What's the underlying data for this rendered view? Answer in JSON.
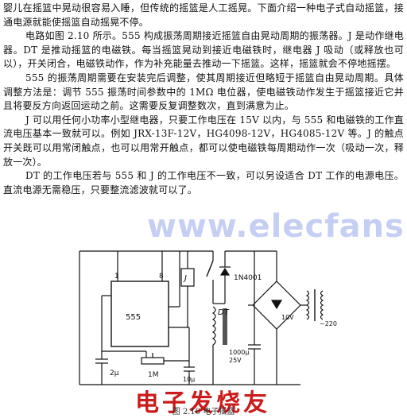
{
  "body": {
    "para1": "婴儿在摇篮中晃动很容易入睡，但传统的摇篮是人工摇晃。下面介绍一种电子式自动摇篮，接通电源就能使摇篮自动摇晃不停。",
    "para2": "电路如图 2.10 所示。555 构成振荡周期接近摇篮自由晃动周期的振荡器。J 是动作继电器。DT 是推动摇篮的电磁铁。每当摇篮晃动到接近电磁铁时，继电器 J 吸动（或释放也可以），开关闭合，电磁铁动作，作为补充能量去推动一下摇篮。这样，摇篮就会不停地摇摆。",
    "para3": "555 的振荡周期需要在安装完后调整，使其周期接近但略短于摇篮自由晃动周期。具体调整方法是：调节 555 振荡时间参数中的 1MΩ 电位器，使电磁铁动作发生于摇篮接近它并且将要反方向返回运动之前。这需要反复调整数次，直到满意为止。",
    "para4": "J 可以用任何小功率小型继电器，只要工作电压在 15V 以内，与 555 和电磁铁的工作直流电压基本一致就可以。例如 JRX-13F-12V，HG4098-12V，HG4085-12V 等。J 的触点开关既可以用常闭触点，也可以用常开触点，都可以使电磁铁每周期动作一次（吸动一次，释放一次）。",
    "para5": "DT 的工作电压若与 555 和 J 的工作电压不一致，可以另设适合 DT 工作的电源电压。直流电源无需稳压，只要整流滤波就可以了。"
  },
  "watermark": "www.elecfans.com",
  "logo_text": "电子发烧友",
  "figure": {
    "caption": "图 2.10  电子摇篮",
    "labels": {
      "ic": "555",
      "pin1": "1",
      "pin8": "8",
      "relay": "J",
      "diode": "1N4001",
      "magnet": "DT",
      "cap_timing": "2μ",
      "pot": "1M",
      "cap_small": "10μ",
      "cap_filter_value": "1000μ",
      "cap_filter_voltage": "25V",
      "transformer_secondary": "10V",
      "mains": "~220V"
    }
  }
}
